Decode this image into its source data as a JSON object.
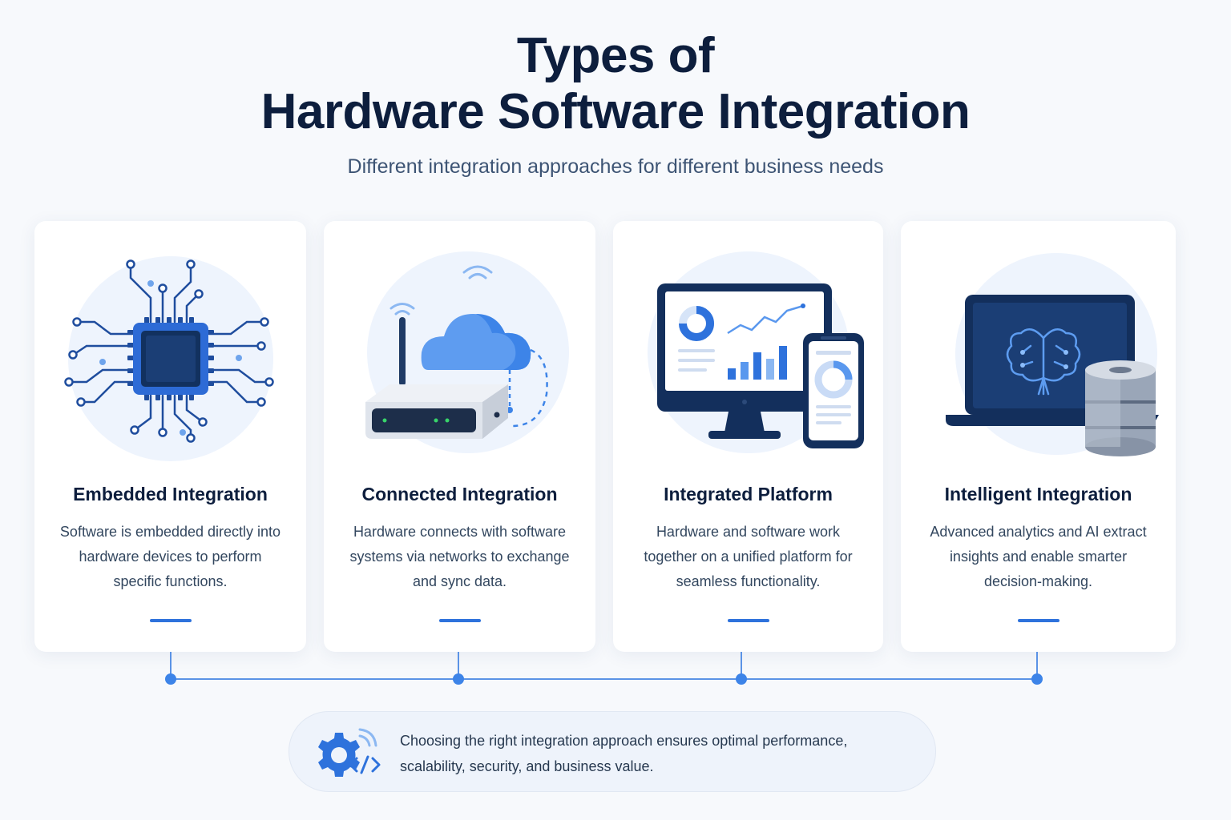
{
  "header": {
    "title_line1": "Types of",
    "title_line2": "Hardware Software Integration",
    "subtitle": "Different integration approaches for different business needs"
  },
  "cards": [
    {
      "title": "Embedded Integration",
      "description": "Software is embedded directly into hardware devices to perform specific functions.",
      "icon": "microchip-icon"
    },
    {
      "title": "Connected Integration",
      "description": "Hardware connects with software systems via networks to exchange and sync data.",
      "icon": "cloud-router-icon"
    },
    {
      "title": "Integrated Platform",
      "description": "Hardware and software work together on a unified platform for seamless functionality.",
      "icon": "monitor-phone-dashboard-icon"
    },
    {
      "title": "Intelligent Integration",
      "description": "Advanced analytics and AI extract insights and enable smarter decision-making.",
      "icon": "laptop-brain-database-icon"
    }
  ],
  "footer": {
    "text": "Choosing the right integration approach ensures optimal performance, scalability, security, and business value.",
    "icon": "gear-code-icon"
  },
  "colors": {
    "title": "#0d1e3d",
    "accent": "#2e72dc",
    "background": "#f7f9fc",
    "card": "#ffffff"
  }
}
